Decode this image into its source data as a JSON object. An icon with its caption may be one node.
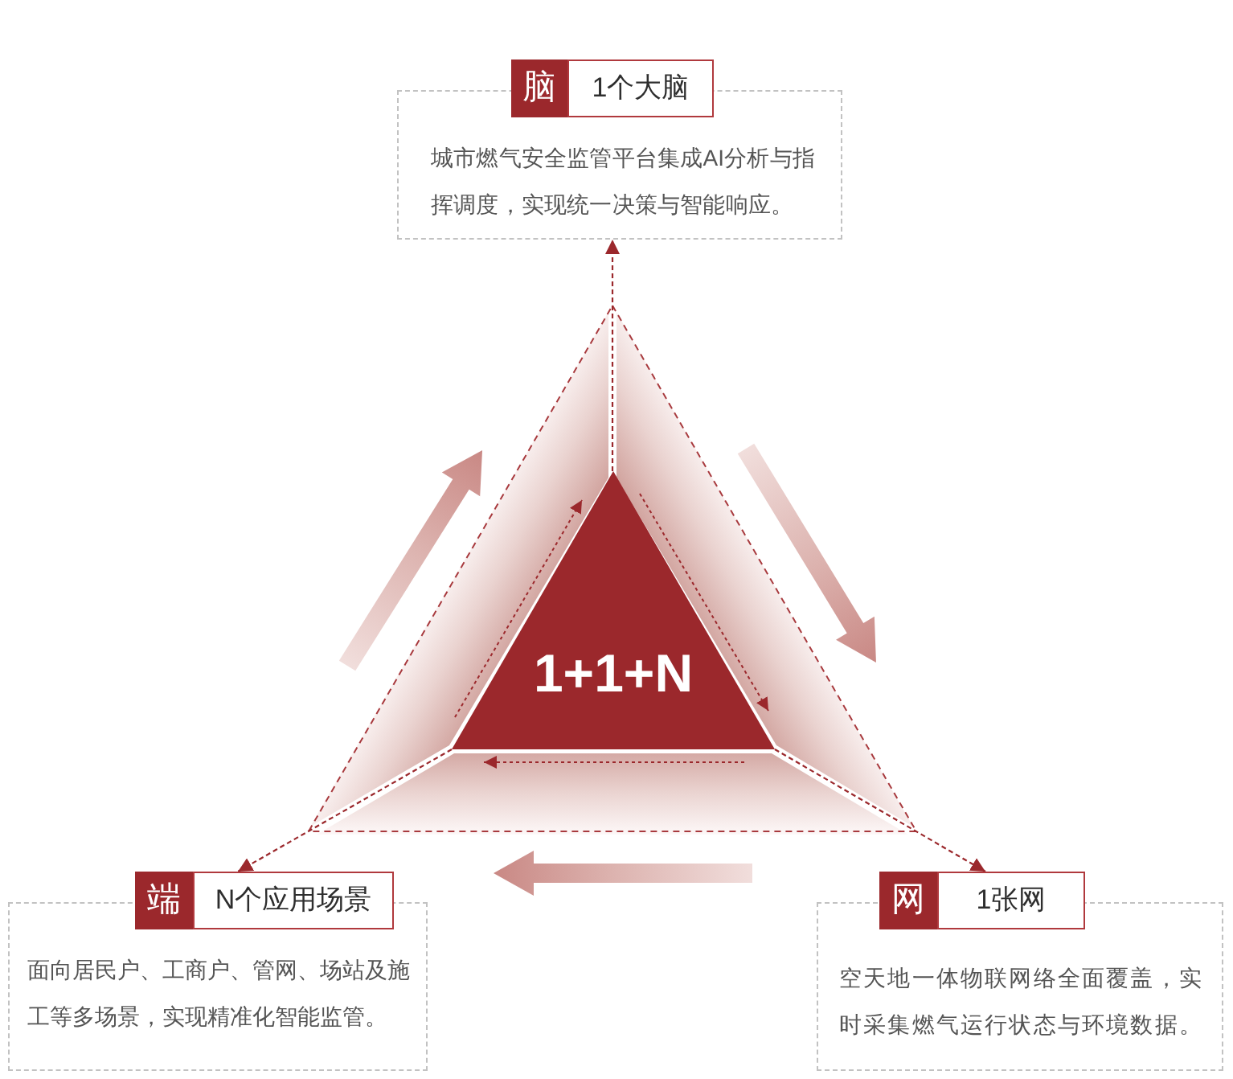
{
  "diagram": {
    "nodes": [
      {
        "text": [
          "脑",
          "1个大脑",
          "城市燃气安全监管平台集成AI分析与指挥调度，实现统一决策与智能响应。"
        ]
      },
      {
        "text": [
          "1+1+N"
        ]
      },
      {
        "text": [
          "端",
          "N个应用场景",
          "面向居民户、工商户、管网、场站及施工等多场景，实现精准化智能监管。"
        ]
      },
      {
        "text": [
          "网",
          "1张网",
          "空天地一体物联网络全面覆盖，实时采集燃气运行状态与环境数据。"
        ]
      }
    ],
    "edges": [
      {
        "from": 1,
        "to": 0,
        "arrow": "to",
        "style": "dashed"
      },
      {
        "from": 1,
        "to": 2,
        "arrow": "to",
        "style": "dashed"
      },
      {
        "from": 1,
        "to": 3,
        "arrow": "to",
        "style": "dashed"
      }
    ]
  }
}
